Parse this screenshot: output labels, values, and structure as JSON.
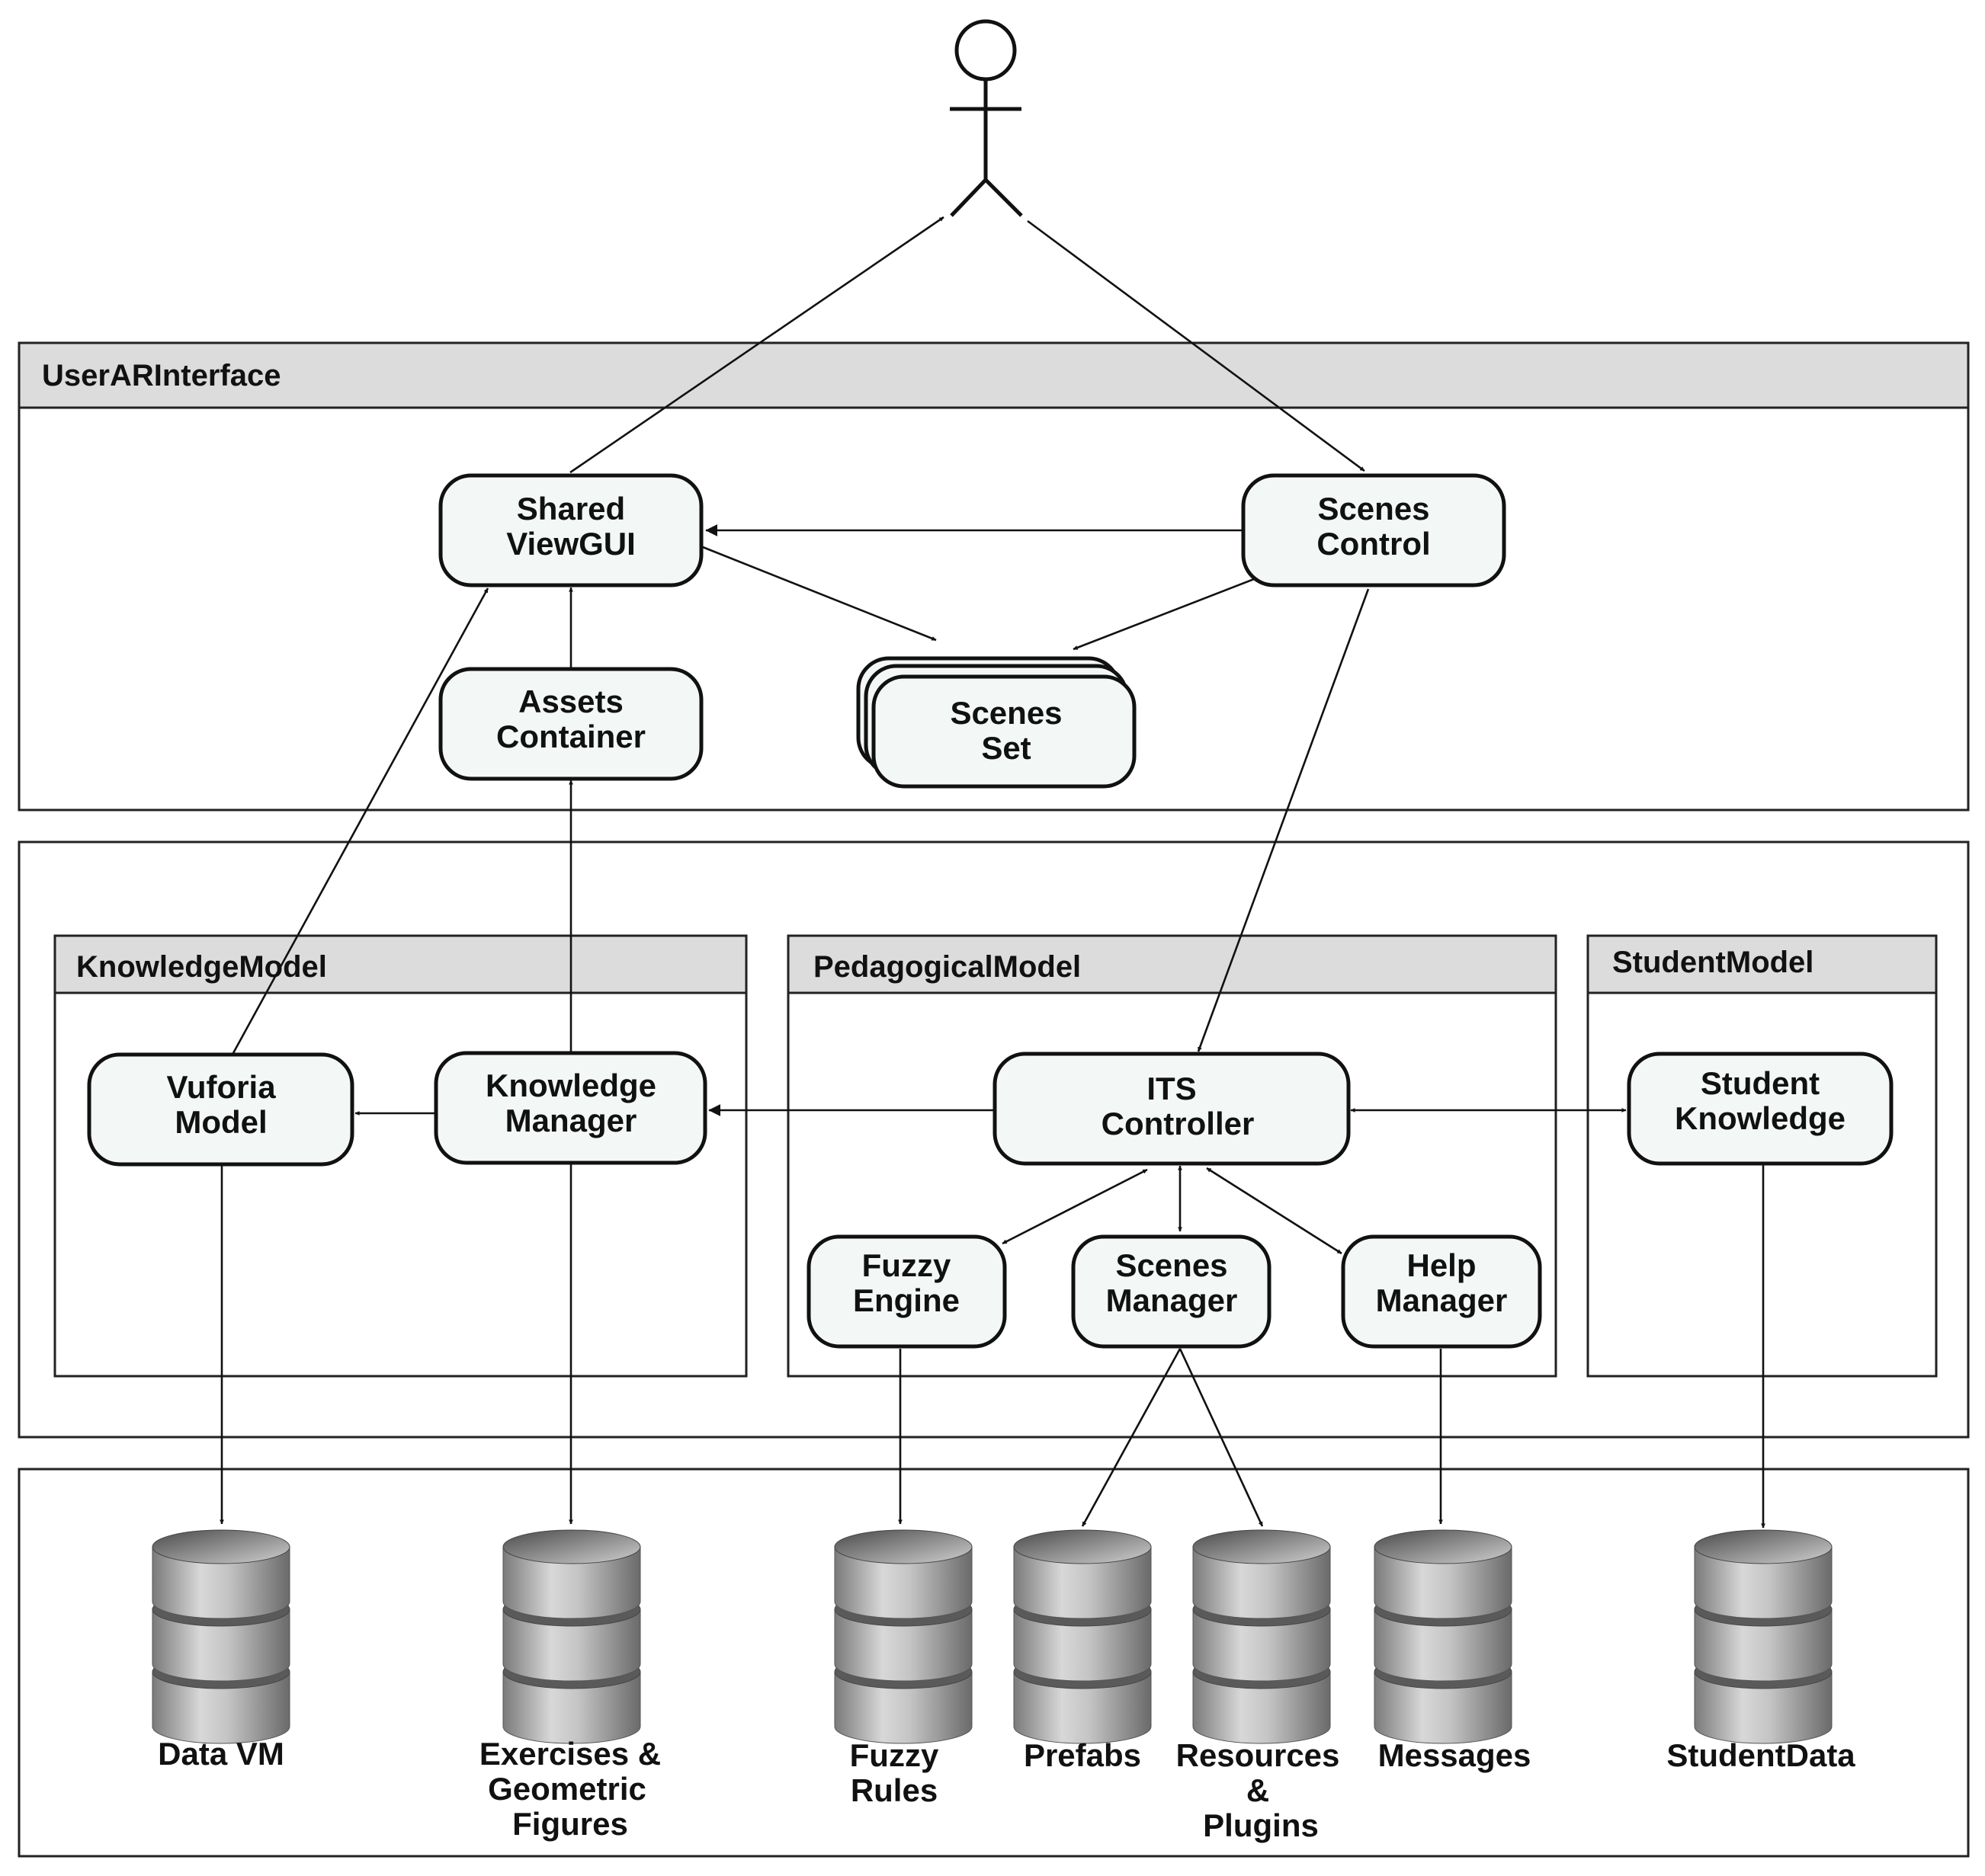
{
  "packages": {
    "ui": "UserARInterface",
    "knowledge": "KnowledgeModel",
    "pedagogical": "PedagogicalModel",
    "student": "StudentModel"
  },
  "nodes": {
    "shared_view": [
      "Shared",
      "ViewGUI"
    ],
    "scenes_control": [
      "Scenes",
      "Control"
    ],
    "assets_container": [
      "Assets",
      "Container"
    ],
    "scenes_set": [
      "Scenes",
      "Set"
    ],
    "vuforia_model": [
      "Vuforia",
      "Model"
    ],
    "knowledge_manager": [
      "Knowledge",
      "Manager"
    ],
    "its_controller": [
      "ITS",
      "Controller"
    ],
    "student_knowledge": [
      "Student",
      "Knowledge"
    ],
    "fuzzy_engine": [
      "Fuzzy",
      "Engine"
    ],
    "scenes_manager": [
      "Scenes",
      "Manager"
    ],
    "help_manager": [
      "Help",
      "Manager"
    ]
  },
  "databases": {
    "data_vm": [
      "Data VM"
    ],
    "exercises": [
      "Exercises &",
      "Geometric",
      "Figures"
    ],
    "fuzzy_rules": [
      "Fuzzy",
      "Rules"
    ],
    "prefabs": [
      "Prefabs"
    ],
    "resources": [
      "Resources",
      "&",
      "Plugins"
    ],
    "messages": [
      "Messages"
    ],
    "student_data": [
      "StudentData"
    ]
  },
  "colors": {
    "node_fill": "#f3f8f7",
    "header_fill": "#dcdcdc",
    "stroke": "#111111"
  }
}
